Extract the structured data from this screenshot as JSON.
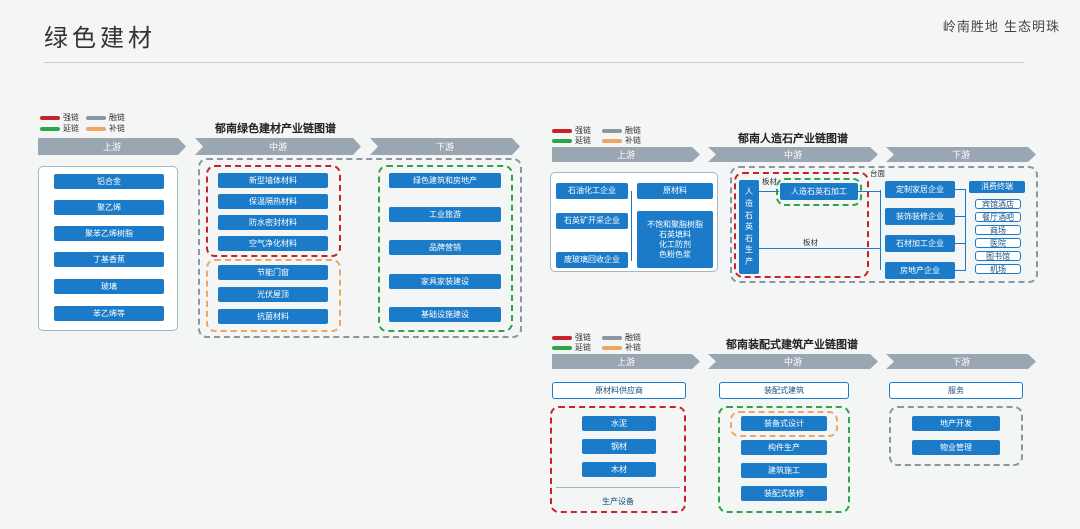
{
  "header": {
    "title": "绿色建材",
    "slogan": "岭南胜地 生态明珠"
  },
  "legend": {
    "strong": "强链",
    "extend": "延链",
    "merge": "融链",
    "supplement": "补链"
  },
  "colors": {
    "strong": "#c8222a",
    "extend": "#2ea34a",
    "merge": "#8a96a1",
    "supplement": "#eea663",
    "node": "#1b7bc8"
  },
  "stages": {
    "up": "上游",
    "mid": "中游",
    "down": "下游"
  },
  "chain1": {
    "title": "郁南绿色建材产业链图谱",
    "upstream": [
      "铝合金",
      "聚乙烯",
      "聚苯乙烯树脂",
      "丁基香蕉",
      "玻璃",
      "苯乙烯等"
    ],
    "mid_red": [
      "新型墙体材料",
      "保温隔热材料",
      "防水密封材料",
      "空气净化材料"
    ],
    "mid_orange": [
      "节能门窗",
      "光伏屋顶",
      "抗菌材料"
    ],
    "downstream": [
      "绿色建筑和房地产",
      "工业旅游",
      "品牌营销",
      "家具家装建设",
      "基础设施建设"
    ]
  },
  "chain2": {
    "title": "郁南人造石产业链图谱",
    "upstream": [
      "石油化工企业",
      "石英矿开采企业",
      "废玻璃回收企业"
    ],
    "raw": "原材料",
    "raw_items": [
      "不饱和聚脂树脂",
      "石英填料",
      "化工防剂",
      "色粉色浆"
    ],
    "vertical": "人造石英石生产",
    "process": "人造石英石加工",
    "board1": "板材",
    "board2": "板材",
    "cabinet": "台面",
    "down_companies": [
      "定制家居企业",
      "装饰装修企业",
      "石材加工企业",
      "房地产企业"
    ],
    "terminal_head": "消费终端",
    "terminals": [
      "宾馆酒店",
      "餐厅酒吧",
      "商场",
      "医院",
      "图书馆",
      "机场"
    ]
  },
  "chain3": {
    "title": "郁南装配式建筑产业链图谱",
    "up_head": "原材料供应商",
    "up_items": [
      "水泥",
      "钢材",
      "木材"
    ],
    "up_extra": "生产设备",
    "mid_head": "装配式建筑",
    "mid_orange": "装备式设计",
    "mid_items": [
      "构件生产",
      "建筑施工",
      "装配式装修"
    ],
    "down_head": "服务",
    "down_items": [
      "地产开发",
      "物业管理"
    ]
  }
}
